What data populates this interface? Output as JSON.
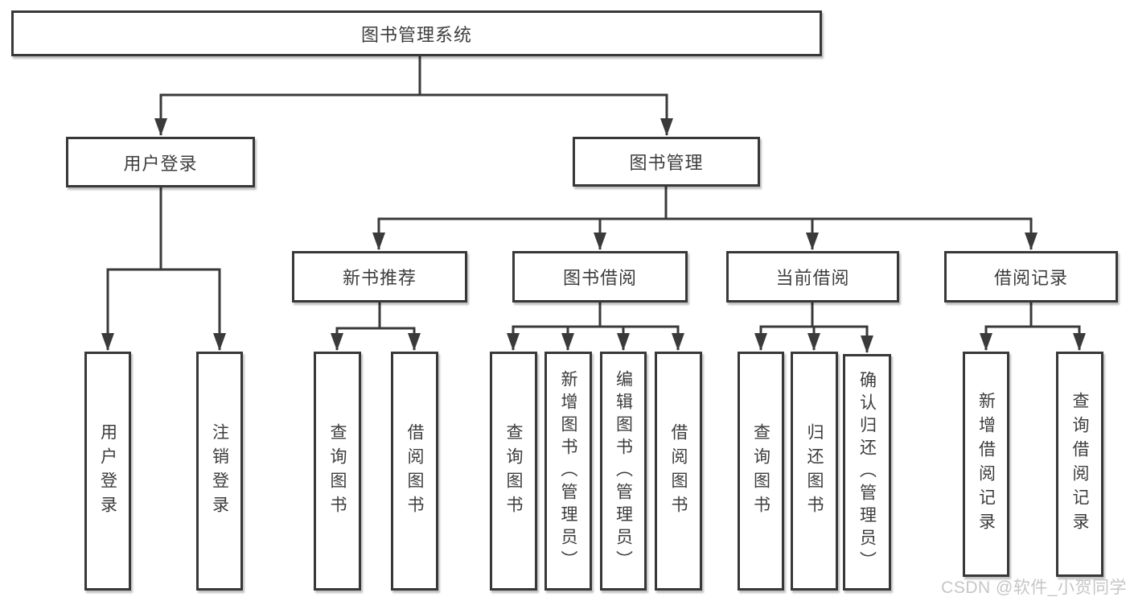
{
  "diagram": {
    "root": {
      "label": "图书管理系统",
      "children": [
        {
          "label": "用户登录",
          "children": [
            {
              "label": "用户登录"
            },
            {
              "label": "注销登录"
            }
          ]
        },
        {
          "label": "图书管理",
          "children": [
            {
              "label": "新书推荐",
              "children": [
                {
                  "label": "查询图书"
                },
                {
                  "label": "借阅图书"
                }
              ]
            },
            {
              "label": "图书借阅",
              "children": [
                {
                  "label": "查询图书"
                },
                {
                  "label": "新增图书（管理员）"
                },
                {
                  "label": "编辑图书（管理员）"
                },
                {
                  "label": "借阅图书"
                }
              ]
            },
            {
              "label": "当前借阅",
              "children": [
                {
                  "label": "查询图书"
                },
                {
                  "label": "归还图书"
                },
                {
                  "label": "确认归还（管理员）"
                }
              ]
            },
            {
              "label": "借阅记录",
              "children": [
                {
                  "label": "新增借阅记录"
                },
                {
                  "label": "查询借阅记录"
                }
              ]
            }
          ]
        }
      ]
    },
    "colors": {
      "line": "#3a3a3a",
      "text": "#3d3d3d",
      "box_fill": "#ffffff",
      "watermark": "#c6c6c6"
    }
  },
  "watermark": {
    "text": "CSDN @软件_小贺同学"
  }
}
